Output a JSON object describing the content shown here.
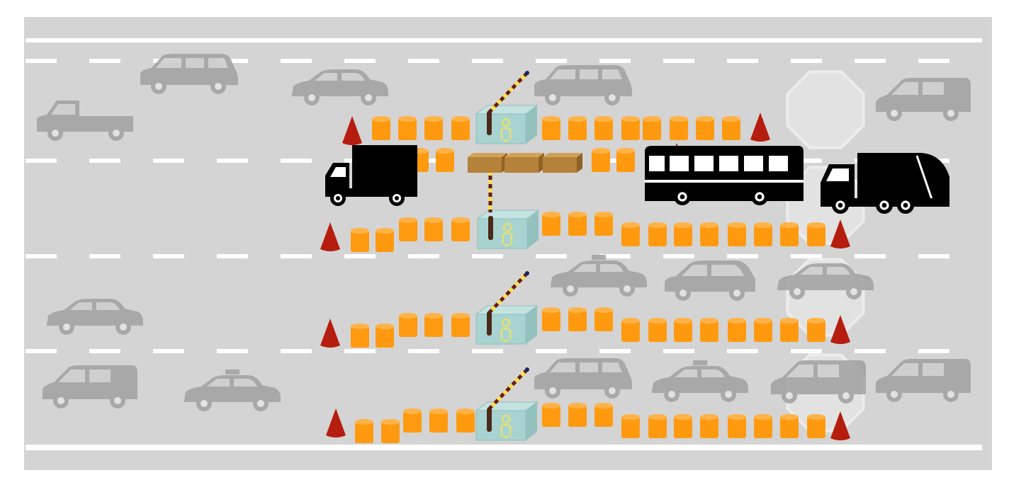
{
  "scene": {
    "road_color": "#d4d4d4",
    "lane_marking_color": "#ffffff",
    "barrel_color": "#ff9a10",
    "cone_color": "#b51d0e",
    "booth_color": "#a9d3d0",
    "booth_figure_color": "#e5e36a",
    "boom_stripe_colors": [
      "#f2e34a",
      "#6b1818"
    ],
    "crate_color": "#b5823a",
    "vehicle_color": "#000000",
    "background_car_color": "#a4a4a4",
    "stop_sign_color": "#e2e2e2"
  },
  "layout": {
    "toll_lanes": 4,
    "active_vehicles": [
      "box-truck",
      "bus",
      "garbage-truck"
    ],
    "background_vehicles": [
      "suv",
      "sedan",
      "pickup-truck",
      "taxi",
      "van",
      "hatchback"
    ],
    "crate_count": 3
  }
}
